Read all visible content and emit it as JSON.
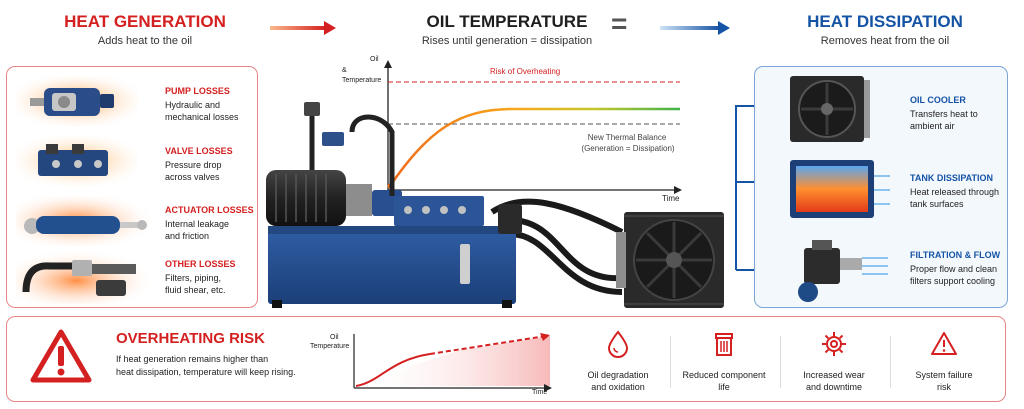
{
  "header": {
    "generation": {
      "title": "HEAT GENERATION",
      "subtitle": "Adds heat to the oil"
    },
    "temperature": {
      "title": "OIL TEMPERATURE",
      "subtitle": "Rises until generation = dissipation"
    },
    "equals": "=",
    "dissipation": {
      "title": "HEAT DISSIPATION",
      "subtitle": "Removes heat from the oil"
    }
  },
  "generation_items": [
    {
      "title": "PUMP LOSSES",
      "desc1": "Hydraulic and",
      "desc2": "mechanical losses"
    },
    {
      "title": "VALVE LOSSES",
      "desc1": "Pressure drop",
      "desc2": "across valves"
    },
    {
      "title": "ACTUATOR LOSSES",
      "desc1": "Internal leakage",
      "desc2": "and friction"
    },
    {
      "title": "OTHER LOSSES",
      "desc1": "Filters, piping,",
      "desc2": "fluid shear, etc."
    }
  ],
  "dissipation_items": [
    {
      "title": "OIL COOLER",
      "desc1": "Transfers heat to",
      "desc2": "ambient air"
    },
    {
      "title": "TANK DISSIPATION",
      "desc1": "Heat released through",
      "desc2": "tank surfaces"
    },
    {
      "title": "FILTRATION & FLOW",
      "desc1": "Proper flow and clean",
      "desc2": "filters support cooling"
    }
  ],
  "main_chart": {
    "ylabel_1": "Oil",
    "ylabel_2": "&",
    "ylabel_3": "Temperature",
    "xlabel": "Time",
    "risk_label": "Risk of Overheating",
    "balance_label_1": "New Thermal Balance",
    "balance_label_2": "(Generation = Dissipation)"
  },
  "risk": {
    "title": "OVERHEATING RISK",
    "desc1": "If heat generation remains higher than",
    "desc2": "heat dissipation, temperature will keep rising.",
    "chart_ylabel_1": "Oil",
    "chart_ylabel_2": "Temperature",
    "chart_xlabel": "Time",
    "effects": [
      {
        "label1": "Oil degradation",
        "label2": "and oxidation",
        "icon": "droplet-icon"
      },
      {
        "label1": "Reduced component",
        "label2": "life",
        "icon": "trash-icon"
      },
      {
        "label1": "Increased wear",
        "label2": "and downtime",
        "icon": "gear-icon"
      },
      {
        "label1": "System failure",
        "label2": "risk",
        "icon": "warning-icon"
      }
    ]
  },
  "colors": {
    "red": "#d42020",
    "blue": "#1553a5",
    "dark": "#1e1e1e",
    "green": "#3fb24a",
    "orange": "#f07d1a"
  }
}
